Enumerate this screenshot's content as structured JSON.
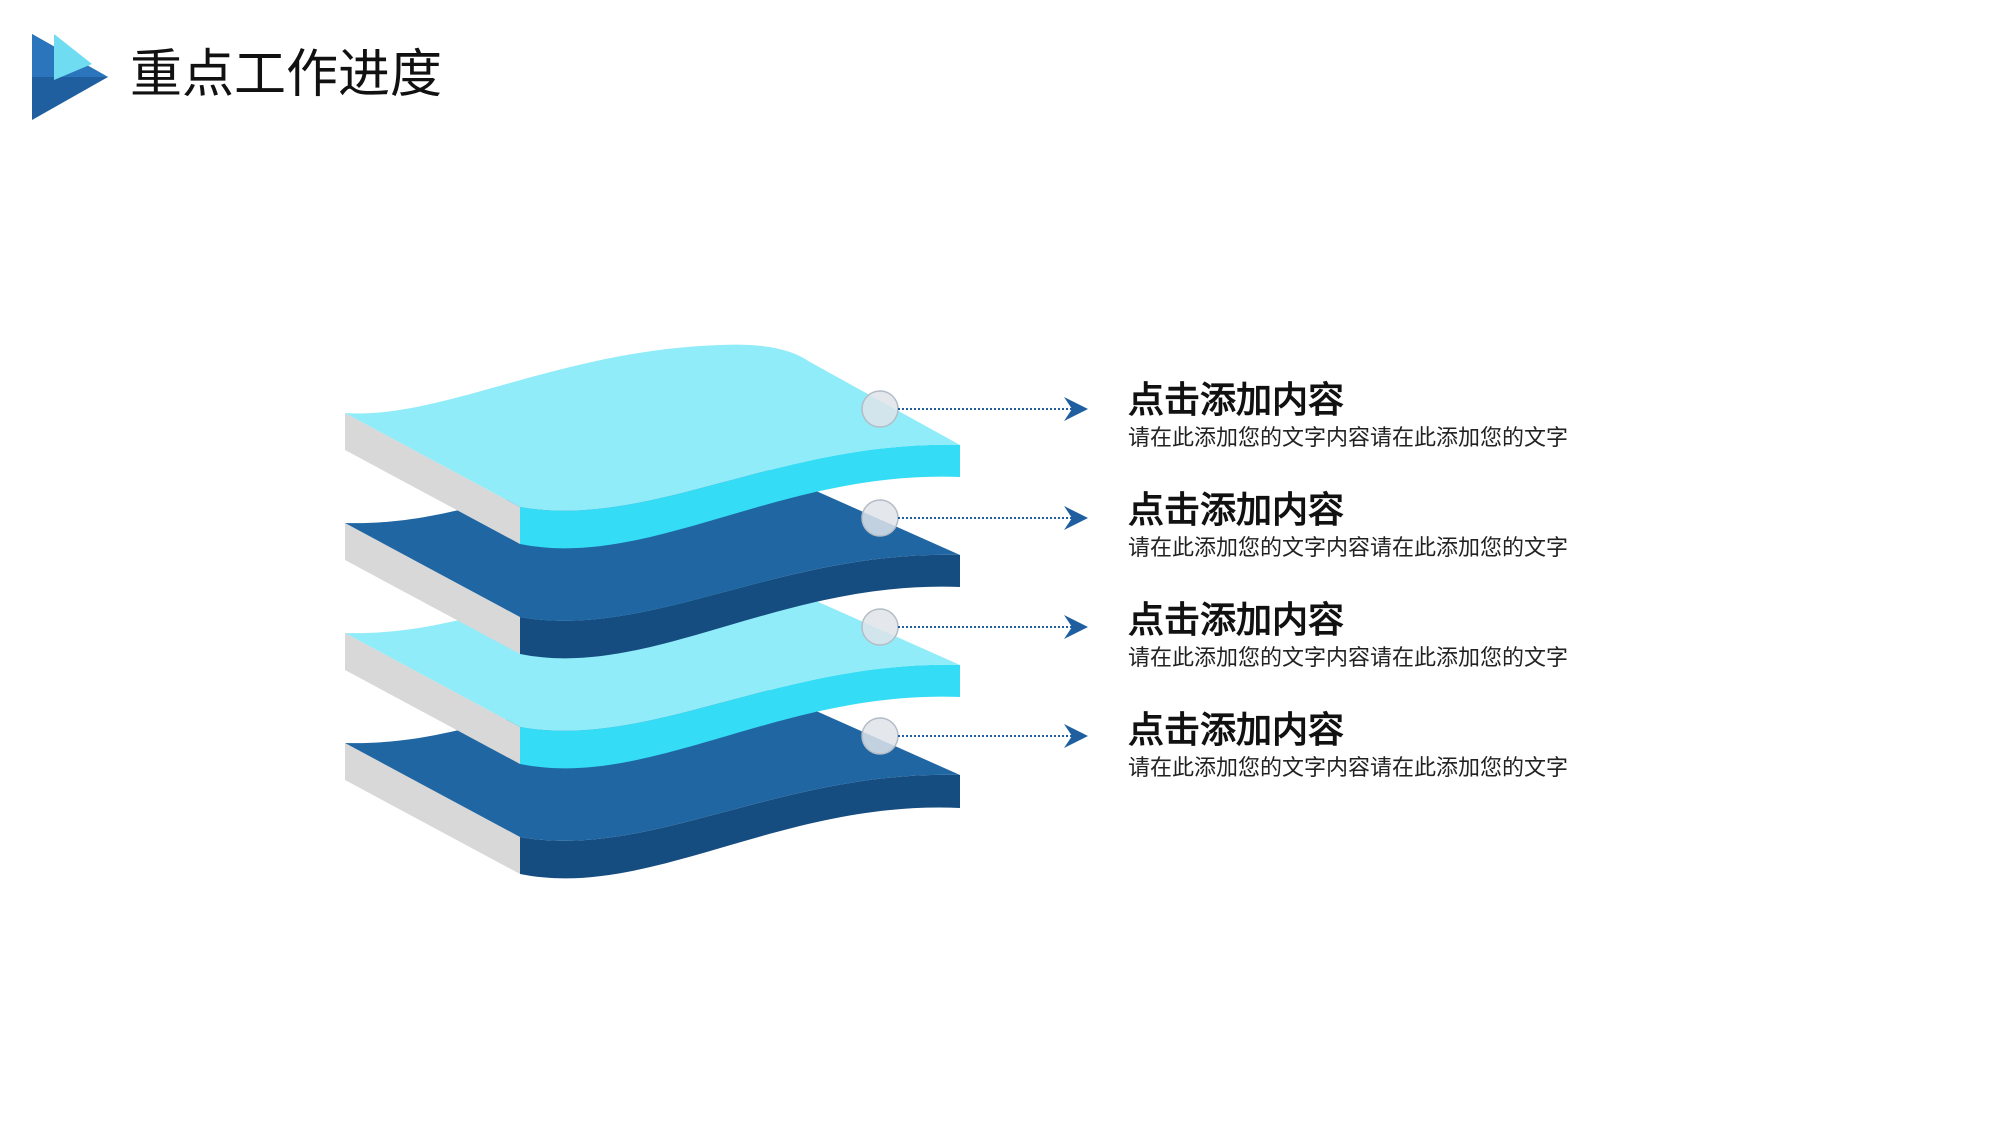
{
  "slide": {
    "title": "重点工作进度",
    "accent_colors": {
      "logo_dark": "#1f5fa0",
      "logo_light": "#5fd4ee",
      "layer_light_top": "#90ecf8",
      "layer_light_side": "#35dcf5",
      "layer_dark_top": "#1f66a3",
      "layer_dark_side": "#164d80",
      "layer_edge_grey": "#d8d8d8",
      "connector": "#1f5fa0"
    }
  },
  "items": [
    {
      "heading": "点击添加内容",
      "text": "请在此添加您的文字内容请在此添加您的文字"
    },
    {
      "heading": "点击添加内容",
      "text": "请在此添加您的文字内容请在此添加您的文字"
    },
    {
      "heading": "点击添加内容",
      "text": "请在此添加您的文字内容请在此添加您的文字"
    },
    {
      "heading": "点击添加内容",
      "text": "请在此添加您的文字内容请在此添加您的文字"
    }
  ]
}
